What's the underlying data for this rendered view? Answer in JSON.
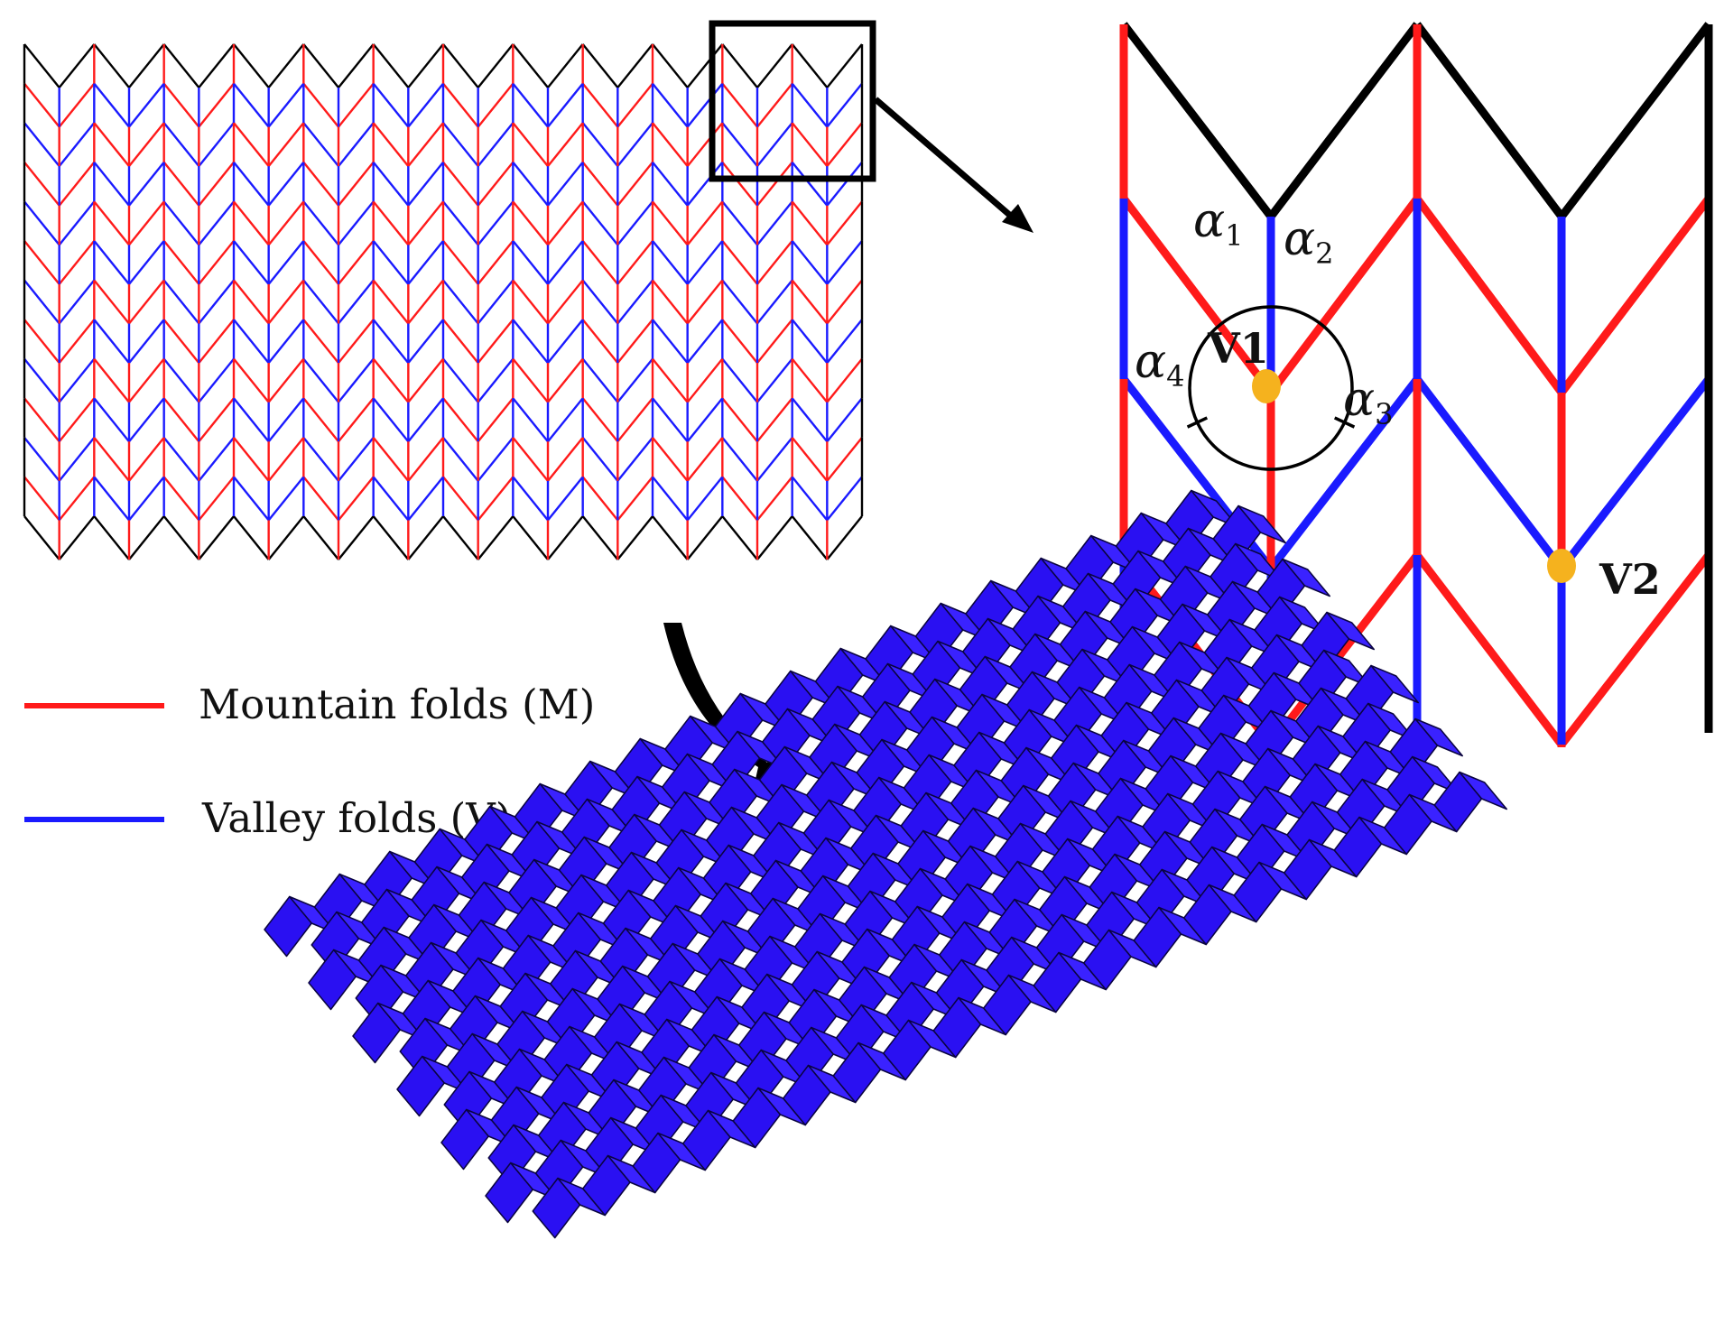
{
  "colors": {
    "mountain": "#ff1a1a",
    "valley": "#1a1aff",
    "border": "#000000",
    "vertex": "#f5b21e",
    "surface": "#2a10f2",
    "surface_edge": "#0a0440"
  },
  "legend": {
    "mountain_label": "Mountain folds (M)",
    "valley_label": "Valley folds (V)"
  },
  "detail": {
    "angles": {
      "a1": {
        "symbol": "α",
        "sub": "1"
      },
      "a2": {
        "symbol": "α",
        "sub": "2"
      },
      "a3": {
        "symbol": "α",
        "sub": "3"
      },
      "a4": {
        "symbol": "α",
        "sub": "4"
      }
    },
    "vertex_labels": {
      "v1": "V1",
      "v2": "V2"
    }
  },
  "pattern": {
    "columns": 24,
    "rows": 12
  }
}
